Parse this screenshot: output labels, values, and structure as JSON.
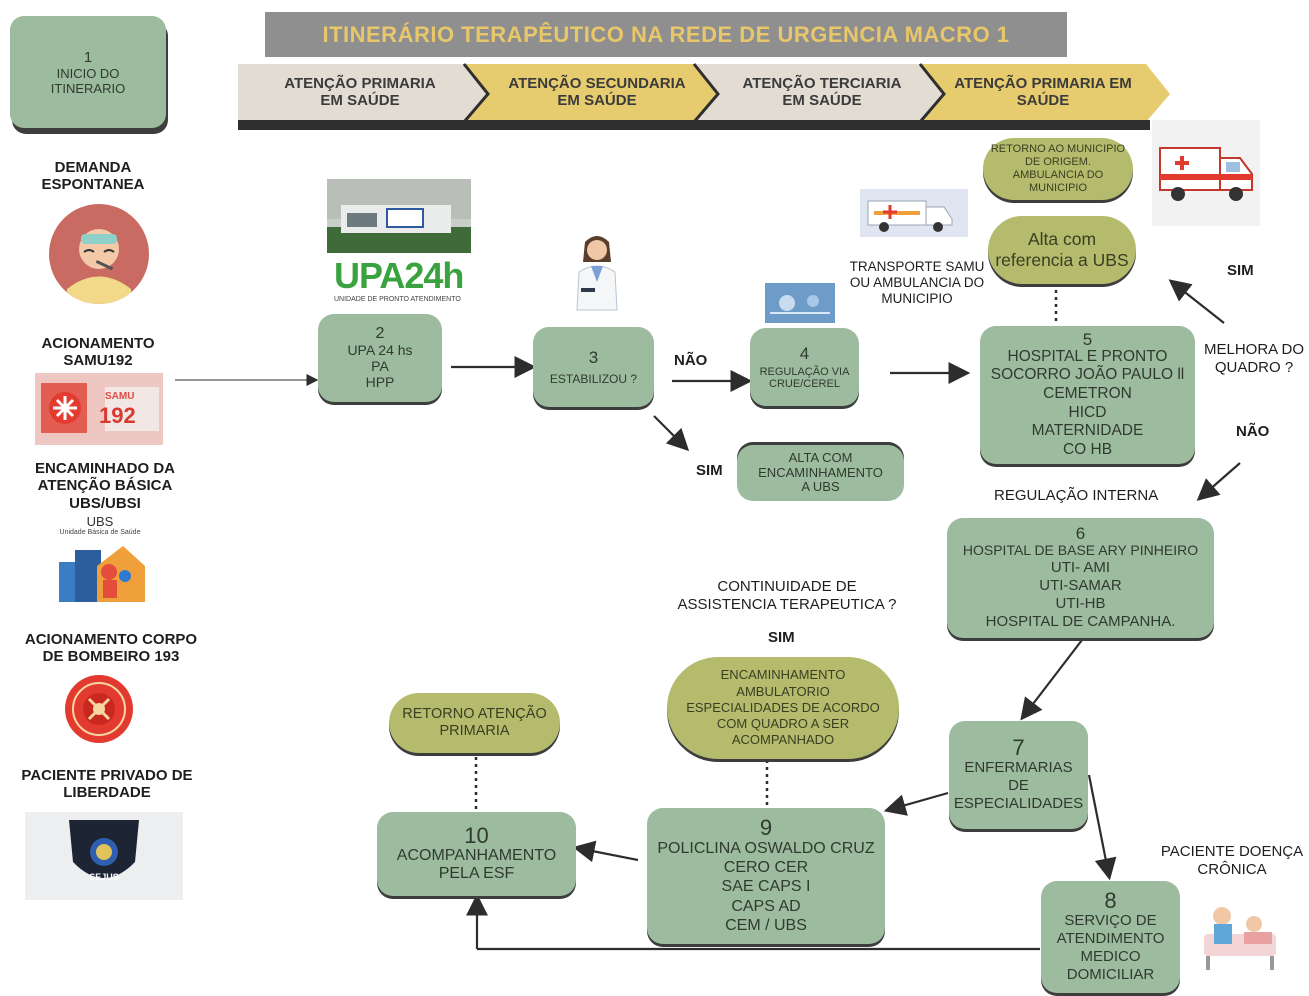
{
  "title": "ITINERÁRIO TERAPÊUTICO NA REDE DE URGENCIA MACRO 1",
  "stages": [
    {
      "line1": "ATENÇÃO PRIMARIA",
      "line2": "EM SAÚDE"
    },
    {
      "line1": "ATENÇÃO SECUNDARIA",
      "line2": "EM SAÚDE"
    },
    {
      "line1": "ATENÇÃO TERCIARIA",
      "line2": "EM SAÚDE"
    },
    {
      "line1": "ATENÇÃO PRIMARIA EM",
      "line2": "SAÚDE"
    }
  ],
  "start": {
    "num": "1",
    "line1": "INICIO DO",
    "line2": "ITINERARIO"
  },
  "sources": {
    "demanda": [
      "DEMANDA",
      "ESPONTANEA"
    ],
    "samu": [
      "ACIONAMENTO",
      "SAMU192"
    ],
    "ubs": [
      "ENCAMINHADO DA",
      "ATENÇÃO BÁSICA",
      "UBS/UBSI"
    ],
    "bombeiro": [
      "ACIONAMENTO CORPO",
      "DE BOMBEIRO 193"
    ],
    "privado": [
      "PACIENTE PRIVADO DE",
      "LIBERDADE"
    ]
  },
  "logos": {
    "upa": "UPA24h",
    "upa_sub": "UNIDADE DE PRONTO ATENDIMENTO",
    "samu_badge": "SAMU",
    "samu_num": "192",
    "ubs_title": "UBS",
    "ubs_sub": "Unidade Básica de Saúde",
    "sejus": "SEJUS"
  },
  "nodes": {
    "n2": {
      "num": "2",
      "lines": [
        "UPA 24 hs",
        "PA",
        "HPP"
      ]
    },
    "n3": {
      "num": "3",
      "lines": [
        "ESTABILIZOU ?"
      ]
    },
    "n4": {
      "num": "4",
      "lines": [
        "REGULAÇÃO VIA",
        "CRUE/CEREL"
      ]
    },
    "n5": {
      "num": "5",
      "lines": [
        "HOSPITAL E PRONTO",
        "SOCORRO JOÃO PAULO ll",
        "CEMETRON",
        "HICD",
        "MATERNIDADE",
        "CO HB"
      ]
    },
    "n6": {
      "num": "6",
      "lines": [
        "HOSPITAL DE BASE ARY PINHEIRO",
        "UTI- AMI",
        "UTI-SAMAR",
        "UTI-HB",
        "HOSPITAL DE CAMPANHA."
      ]
    },
    "n7": {
      "num": "7",
      "lines": [
        "ENFERMARIAS",
        "DE",
        "ESPECIALIDADES"
      ]
    },
    "n8": {
      "num": "8",
      "lines": [
        "SERVIÇO DE",
        "ATENDIMENTO",
        "MEDICO",
        "DOMICILIAR"
      ]
    },
    "n9": {
      "num": "9",
      "lines": [
        "POLICLINA OSWALDO CRUZ",
        "CERO  CER",
        "SAE CAPS  I",
        "CAPS AD",
        "CEM / UBS"
      ]
    },
    "n10": {
      "num": "10",
      "lines": [
        "ACOMPANHAMENTO",
        "PELA ESF"
      ]
    },
    "alta_ubs_box": [
      "ALTA COM",
      "ENCAMINHAMENTO",
      "A UBS"
    ]
  },
  "pills": {
    "retorno_municipio": [
      "RETORNO AO MUNICIPIO",
      "DE ORIGEM.",
      "AMBULANCIA DO",
      "MUNICIPIO"
    ],
    "alta_ref": [
      "Alta com",
      "referencia a UBS"
    ],
    "encaminhamento": [
      "ENCAMINHAMENTO",
      "AMBULATORIO",
      "ESPECIALIDADES DE ACORDO",
      "COM  QUADRO A SER",
      "ACOMPANHADO"
    ],
    "retorno_atencao": [
      "RETORNO ATENÇÃO",
      "PRIMARIA"
    ]
  },
  "labels": {
    "nao1": "NÃO",
    "sim1": "SIM",
    "transporte": [
      "TRANSPORTE SAMU",
      "OU AMBULANCIA DO",
      "MUNICIPIO"
    ],
    "sim_top": "SIM",
    "melhora": [
      "MELHORA DO",
      "QUADRO ?"
    ],
    "nao2": "NÃO",
    "regulacao_interna": "REGULAÇÃO  INTERNA",
    "continuidade": [
      "CONTINUIDADE DE",
      "ASSISTENCIA TERAPEUTICA ?"
    ],
    "sim_cont": "SIM",
    "cronica": [
      "PACIENTE  DOENÇA",
      "CRÔNICA"
    ]
  },
  "colors": {
    "green_box": "#9dbb9f",
    "olive_pill": "#b5bb6d",
    "banner_gray": "#8f8f8f",
    "banner_text": "#e8c76a",
    "chevron_light": "#e2dcd3",
    "chevron_gold": "#e6cc6f"
  }
}
